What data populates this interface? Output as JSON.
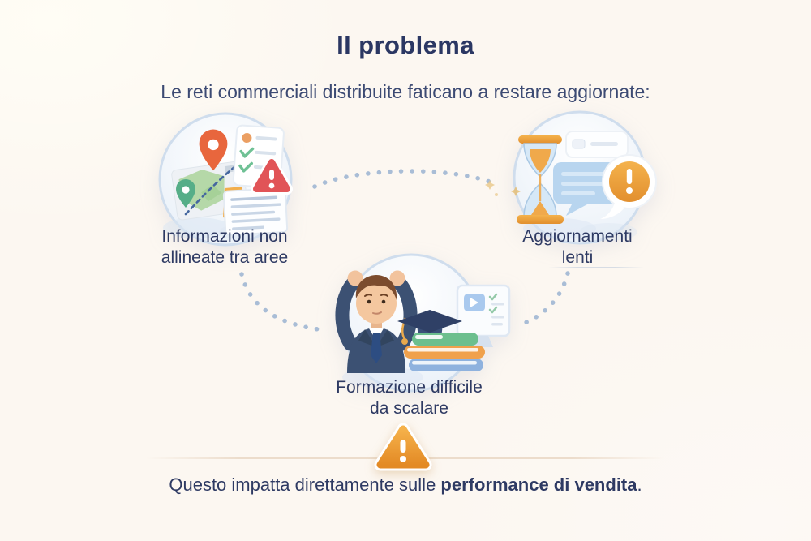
{
  "header": {
    "title": "Il problema",
    "subtitle": "Le reti commerciali distribuite faticano a restare aggiornate:"
  },
  "nodes": [
    {
      "id": "informazioni-non-allineate",
      "label": "Informazioni non allineate tra aree",
      "icons": [
        "map-icon",
        "location-pin-icon",
        "checklist-icon",
        "document-icon",
        "alert-triangle-icon"
      ]
    },
    {
      "id": "aggiornamenti-lenti",
      "label": "Aggiornamenti lenti",
      "icons": [
        "hourglass-icon",
        "message-card-icon",
        "chat-bubble-icon",
        "alert-bubble-icon"
      ]
    },
    {
      "id": "formazione-difficile-da-scalare",
      "label": "Formazione difficile da scalare",
      "icons": [
        "stressed-person-icon",
        "graduation-cap-icon",
        "books-icon",
        "monitor-icon"
      ]
    }
  ],
  "footer": {
    "icon": "warning-triangle-icon",
    "text_before": "Questo impatta direttamente sulle ",
    "text_bold": "performance di vendita",
    "text_after": "."
  },
  "colors": {
    "background": "#fcf7f1",
    "heading_navy": "#2b3763",
    "body_navy": "#3c4a73",
    "connector_blue": "#a9bdd6",
    "alert_red": "#e15457",
    "warning_orange": "#ec9a33",
    "pin_orange": "#e8663d",
    "pin_green": "#56ae88",
    "map_green": "#b5d8a8",
    "bubble_blue": "#b8d5ef",
    "book_green": "#6cbf8e",
    "book_orange": "#f0a14c",
    "book_blue": "#8fb2de",
    "suit_navy": "#3c5173",
    "circle_rim": "#cfdded"
  }
}
